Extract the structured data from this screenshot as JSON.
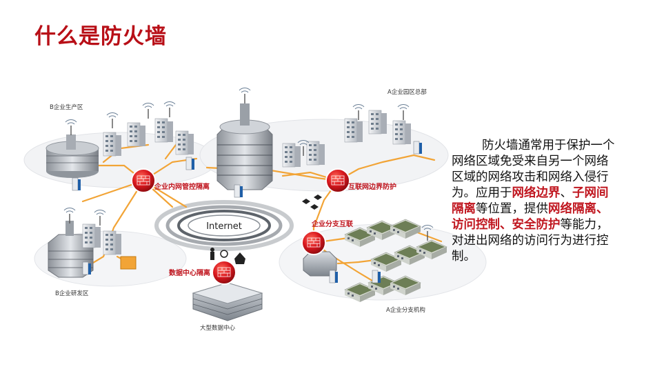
{
  "title": "什么是防火墙",
  "colors": {
    "accent": "#c0161f",
    "link": "#f0a030"
  },
  "diagram": {
    "zone_b_production": "B企业生产区",
    "zone_a_hq": "A企业园区总部",
    "zone_b_rnd": "B企业研发区",
    "zone_a_branch": "A企业分支机构",
    "datacenter": "大型数据中心",
    "internet": "Internet",
    "fw_intranet": "企业内网管控隔离",
    "fw_border": "互联网边界防护",
    "fw_branch": "企业分支互联",
    "fw_datacenter": "数据中心隔离"
  },
  "description": {
    "p1": "防火墙通常用于保护一个网络区域免受来自另一个网络区域的网络攻击和网络入侵行为。应用于",
    "h1": "网络边界",
    "s1": "、",
    "h2": "子网间隔离",
    "p2": "等位置，提供",
    "h3": "网络隔离、访问控制、安全防护",
    "p3": "等能力，对进出网络的访问行为进行控制。"
  }
}
